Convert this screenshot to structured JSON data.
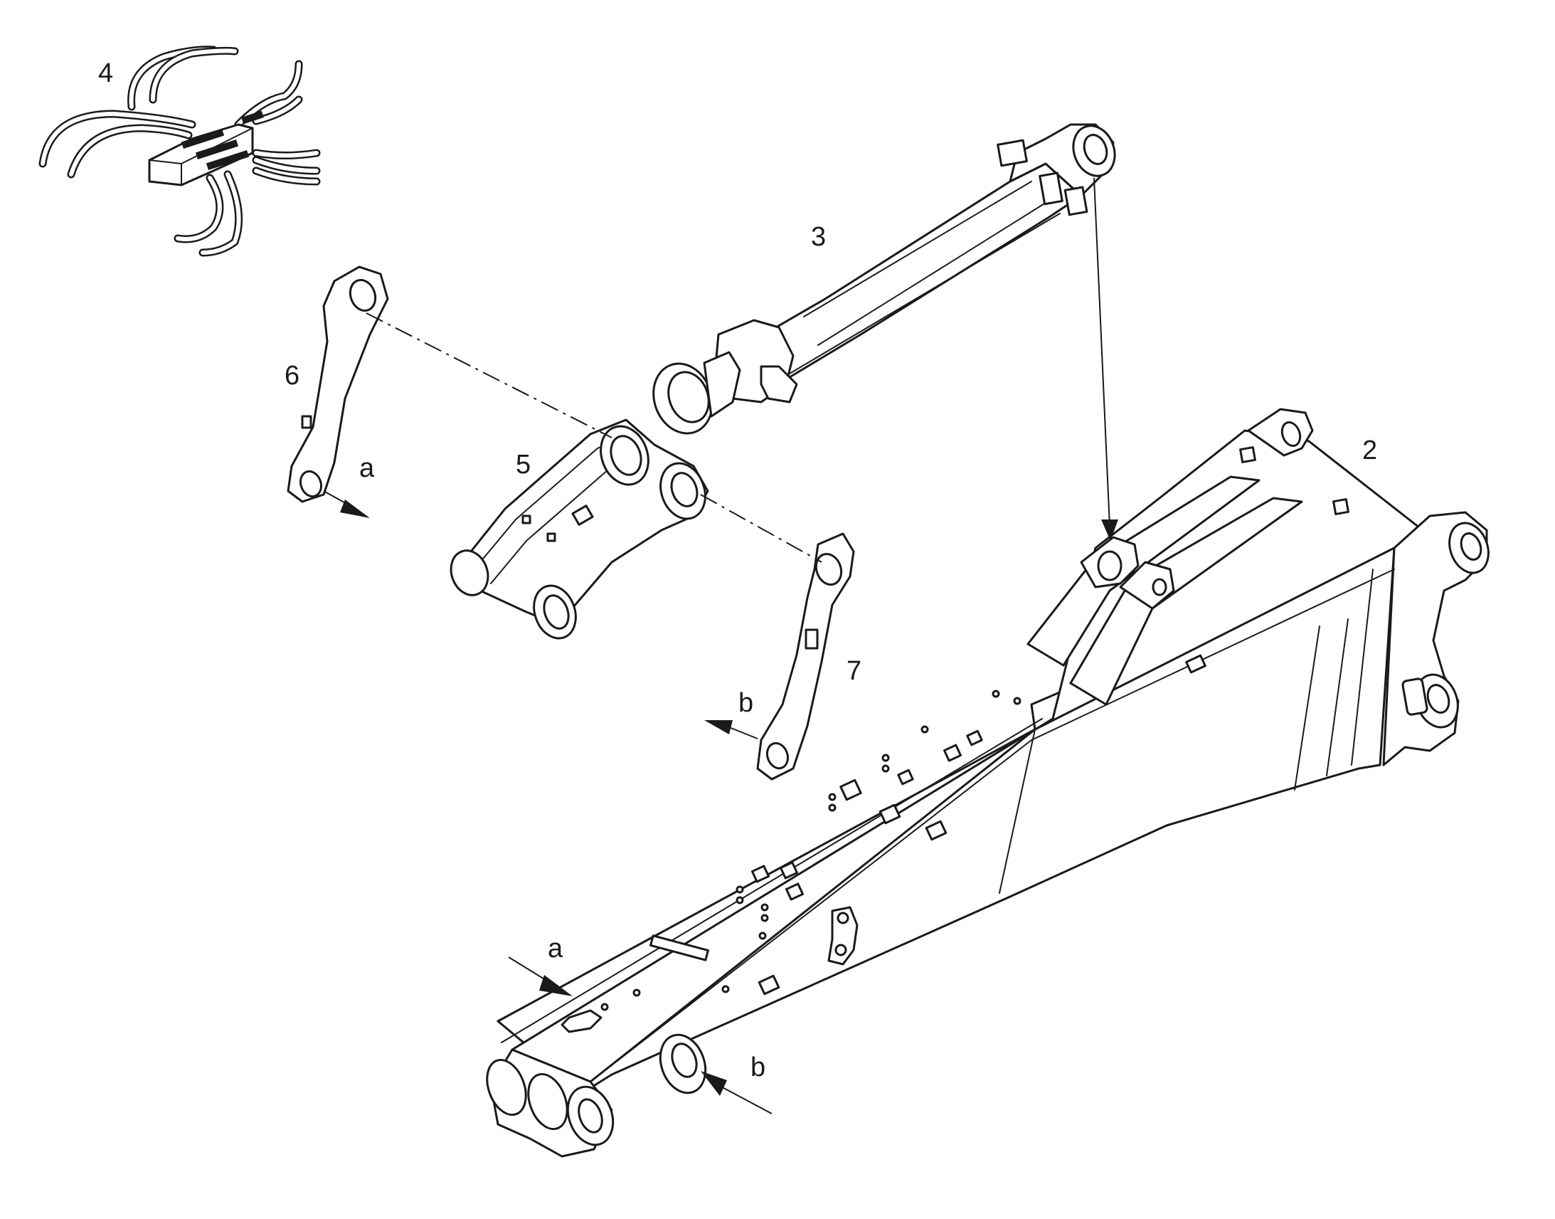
{
  "callouts": {
    "boom": "2",
    "cylinder": "3",
    "hose_block": "4",
    "pivot_bracket": "5",
    "link_left": "6",
    "link_right": "7",
    "marker_a_top": "a",
    "marker_b_top": "b",
    "marker_a_bottom": "a",
    "marker_b_bottom": "b"
  },
  "colors": {
    "line": "#1a1a1a",
    "paper": "#ffffff"
  }
}
